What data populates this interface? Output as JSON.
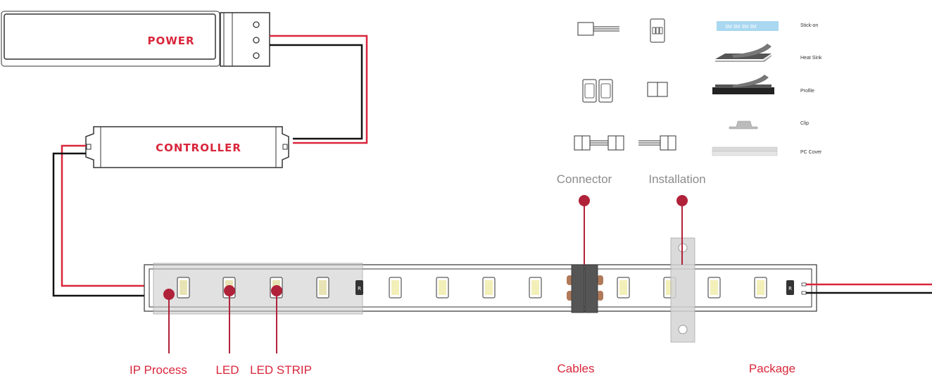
{
  "colors": {
    "accent_red": "#d9263b",
    "marker": "#b0223a",
    "wire_black": "#111111",
    "caption_gray": "#8c8c8c"
  },
  "boxes": {
    "power": "POWER",
    "controller": "CONTROLLER"
  },
  "headers": {
    "connector": "Connector",
    "installation": "Installation"
  },
  "installation_items": [
    "Stick-on",
    "Heat Sink",
    "Profile",
    "Clip",
    "PC Cover"
  ],
  "strip_resistor_mark": "R",
  "bottom_labels": {
    "ip_process": "IP  Process",
    "led": "LED",
    "led_strip": "LED  STRIP",
    "cables": "Cables",
    "package": "Package"
  }
}
